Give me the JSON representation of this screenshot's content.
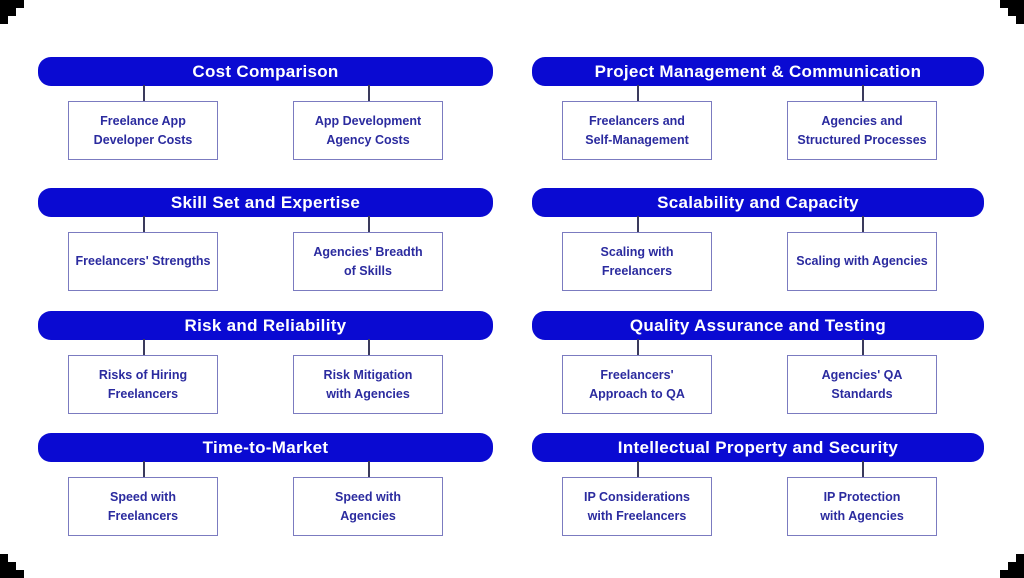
{
  "page": {
    "background_color": "#ffffff",
    "corner_mark_color": "#000000"
  },
  "style": {
    "header_bg_color": "#0a0ad2",
    "header_text_color": "#ffffff",
    "box_border_color": "#7b7bc0",
    "box_text_color": "#2b2b9f",
    "connector_color": "#3a3a5c"
  },
  "sections": [
    {
      "title": "Cost Comparison",
      "children": [
        "Freelance App\nDeveloper Costs",
        "App Development\nAgency Costs"
      ]
    },
    {
      "title": "Project Management & Communication",
      "children": [
        "Freelancers and\nSelf-Management",
        "Agencies and\nStructured Processes"
      ]
    },
    {
      "title": "Skill Set and Expertise",
      "children": [
        "Freelancers' Strengths",
        "Agencies' Breadth\nof Skills"
      ]
    },
    {
      "title": "Scalability and Capacity",
      "children": [
        "Scaling with\nFreelancers",
        "Scaling with Agencies"
      ]
    },
    {
      "title": "Risk and Reliability",
      "children": [
        "Risks of Hiring\nFreelancers",
        "Risk Mitigation\nwith Agencies"
      ]
    },
    {
      "title": "Quality Assurance and Testing",
      "children": [
        "Freelancers'\nApproach to QA",
        "Agencies' QA\nStandards"
      ]
    },
    {
      "title": "Time-to-Market",
      "children": [
        "Speed with\nFreelancers",
        "Speed with\nAgencies"
      ]
    },
    {
      "title": "Intellectual Property and Security",
      "children": [
        "IP Considerations\nwith Freelancers",
        "IP Protection\nwith Agencies"
      ]
    }
  ]
}
